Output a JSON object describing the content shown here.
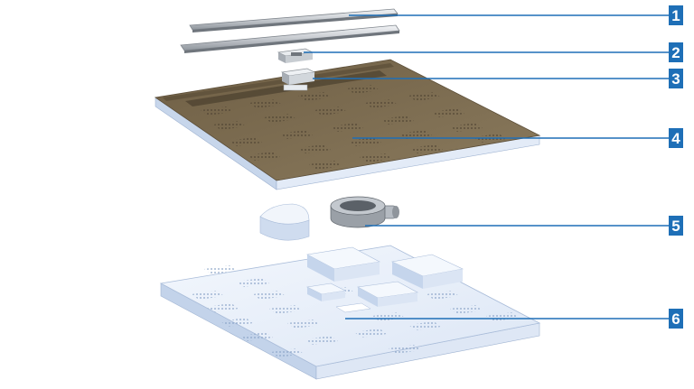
{
  "callouts": [
    {
      "id": "1",
      "label": "1"
    },
    {
      "id": "2",
      "label": "2"
    },
    {
      "id": "3",
      "label": "3"
    },
    {
      "id": "4",
      "label": "4"
    },
    {
      "id": "5",
      "label": "5"
    },
    {
      "id": "6",
      "label": "6"
    }
  ],
  "colors": {
    "callout_fill": "#1e6fb7",
    "callout_text": "#ffffff",
    "leader_line": "#1e6fb7",
    "board_top": "#7b6a4e",
    "board_edge": "#c9d8ec",
    "foam": "#e6eef9",
    "foam_side": "#bfd0ea"
  }
}
